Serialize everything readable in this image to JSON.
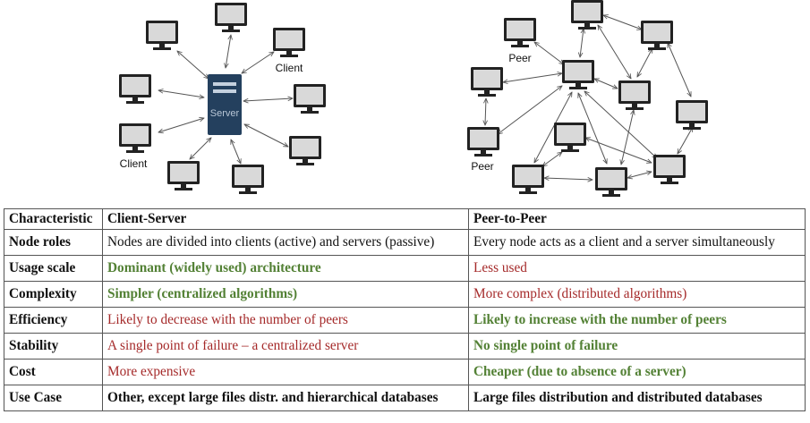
{
  "diagram": {
    "client_server": {
      "server_label": "Server",
      "client_label_top": "Client",
      "client_label_bottom": "Client"
    },
    "peer_to_peer": {
      "peer_label_top": "Peer",
      "peer_label_bottom": "Peer"
    },
    "colors": {
      "monitor_frame": "#222222",
      "monitor_screen": "#d9d9d9",
      "server_body": "#24405e",
      "arrow": "#555555"
    }
  },
  "table": {
    "headers": [
      "Characteristic",
      "Client-Server",
      "Peer-to-Peer"
    ],
    "rows": [
      {
        "label": "Node roles",
        "cs": "Nodes are divided into clients (active) and servers (passive)",
        "cs_style": "neutral",
        "p2p": "Every node acts as a client and a server simultaneously",
        "p2p_style": "neutral"
      },
      {
        "label": "Usage scale",
        "cs": "Dominant (widely used) architecture",
        "cs_style": "good",
        "p2p": "Less used",
        "p2p_style": "bad"
      },
      {
        "label": "Complexity",
        "cs": "Simpler (centralized algorithms)",
        "cs_style": "good",
        "p2p": "More complex (distributed algorithms)",
        "p2p_style": "bad"
      },
      {
        "label": "Efficiency",
        "cs": "Likely to decrease with the number of peers",
        "cs_style": "bad",
        "p2p": "Likely to increase with the number of peers",
        "p2p_style": "good"
      },
      {
        "label": "Stability",
        "cs": "A single point of failure – a centralized server",
        "cs_style": "bad",
        "p2p": "No single point of failure",
        "p2p_style": "good"
      },
      {
        "label": "Cost",
        "cs": "More expensive",
        "cs_style": "bad",
        "p2p": "Cheaper (due to absence of a server)",
        "p2p_style": "good"
      },
      {
        "label": "Use Case",
        "cs": "Other, except large files distr. and hierarchical databases",
        "cs_style": "strong",
        "p2p": "Large files distribution and distributed databases",
        "p2p_style": "strong"
      }
    ],
    "colors": {
      "good": "#538135",
      "bad": "#a52a2a",
      "neutral": "#111111"
    }
  }
}
